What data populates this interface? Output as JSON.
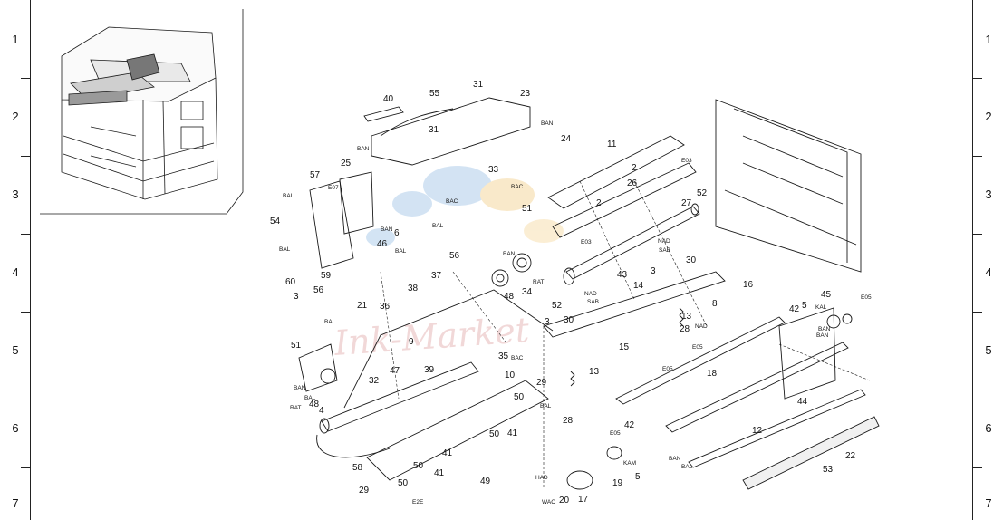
{
  "grid_rows": [
    "1",
    "2",
    "3",
    "4",
    "5",
    "6",
    "7"
  ],
  "part_numbers": [
    "2",
    "2",
    "3",
    "3",
    "3",
    "4",
    "5",
    "5",
    "6",
    "8",
    "9",
    "10",
    "11",
    "12",
    "13",
    "13",
    "14",
    "15",
    "16",
    "17",
    "18",
    "19",
    "20",
    "21",
    "22",
    "23",
    "24",
    "25",
    "26",
    "27",
    "28",
    "28",
    "29",
    "29",
    "30",
    "30",
    "31",
    "31",
    "32",
    "33",
    "34",
    "35",
    "36",
    "37",
    "38",
    "39",
    "40",
    "41",
    "41",
    "41",
    "42",
    "42",
    "43",
    "44",
    "45",
    "46",
    "47",
    "48",
    "48",
    "49",
    "50",
    "50",
    "50",
    "50",
    "51",
    "51",
    "52",
    "52",
    "53",
    "54",
    "55",
    "56",
    "56",
    "57",
    "58",
    "59",
    "60"
  ],
  "codes": [
    "BAN",
    "BAN",
    "BAN",
    "BAN",
    "BAN",
    "BAN",
    "BAN",
    "BAN",
    "BAL",
    "BAL",
    "BAL",
    "BAL",
    "BAL",
    "BAL",
    "BAL",
    "BAL",
    "BAC",
    "BAC",
    "BAC",
    "RAT",
    "RAT",
    "NAD",
    "NAD",
    "NAD",
    "SAB",
    "SAB",
    "E03",
    "E03",
    "E05",
    "E05",
    "E05",
    "E05",
    "E07",
    "KAL",
    "KAM",
    "HAD",
    "WAC",
    "E2E"
  ],
  "watermark": "Ink-Market",
  "colors": {
    "line": "#1a1a1a",
    "frame": "#222222",
    "watermark": "#e7b9b9",
    "watermark_blue": "#9ec3e6"
  }
}
